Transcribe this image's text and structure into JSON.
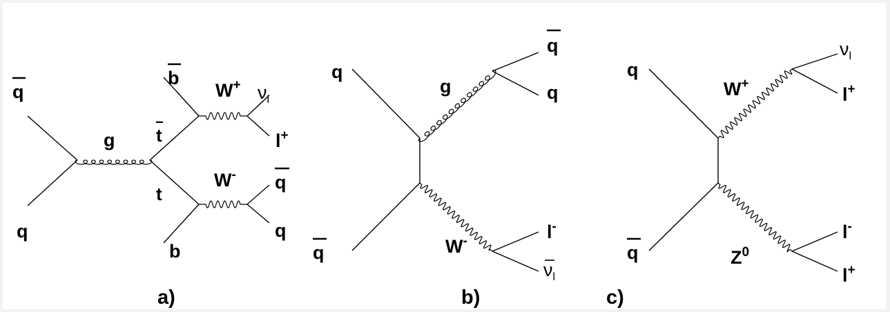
{
  "diagrams": [
    {
      "caption": "a)",
      "particles": {
        "q_bar_in": "q",
        "q_in": "q",
        "gluon": "g",
        "t_bar": "t",
        "t": "t",
        "b_bar": "b",
        "b": "b",
        "w_plus": "W",
        "w_plus_charge": "+",
        "w_minus": "W",
        "w_minus_charge": "-",
        "neutrino": "ν",
        "neutrino_sub": "l",
        "lepton_plus": "l",
        "lepton_plus_charge": "+",
        "q_bar_out": "q",
        "q_out": "q"
      }
    },
    {
      "caption": "b)",
      "particles": {
        "q_in": "q",
        "q_bar_in": "q",
        "gluon": "g",
        "q_bar_out": "q",
        "q_out": "q",
        "w_minus": "W",
        "w_minus_charge": "-",
        "lepton_minus": "l",
        "lepton_minus_charge": "-",
        "antineutrino": "ν",
        "antineutrino_sub": "l"
      }
    },
    {
      "caption": "c)",
      "particles": {
        "q_in": "q",
        "q_bar_in": "q",
        "w_plus": "W",
        "w_plus_charge": "+",
        "z0": "Z",
        "z0_charge": "0",
        "neutrino": "ν",
        "neutrino_sub": "l",
        "lepton_plus_top": "l",
        "lepton_plus_top_charge": "+",
        "lepton_minus": "l",
        "lepton_minus_charge": "-",
        "lepton_plus_bottom": "l",
        "lepton_plus_bottom_charge": "+"
      }
    }
  ]
}
